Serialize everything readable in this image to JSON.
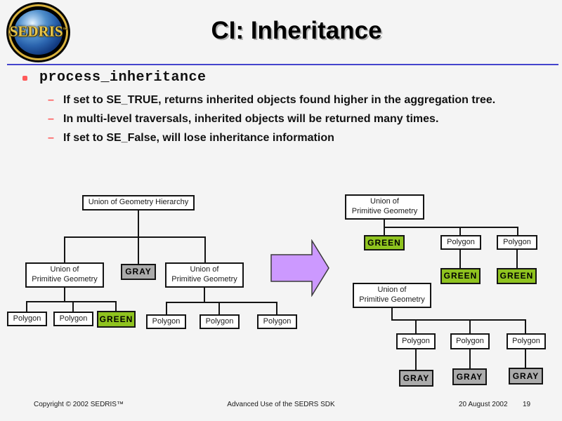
{
  "slide": {
    "title": "CI: Inheritance",
    "logo": {
      "text": "SEDRIS",
      "tm": "™"
    }
  },
  "bullets": {
    "main": "process_inheritance",
    "sub": [
      "If set to SE_TRUE, returns inherited objects found higher in the aggregation tree.",
      "In multi-level traversals, inherited objects will be returned many times.",
      "If set to SE_False, will lose inheritance information"
    ]
  },
  "diagram": {
    "left_tree": {
      "root": "Union of Geometry Hierarchy",
      "children": [
        "Union of\nPrimitive Geometry",
        "GRAY",
        "Union of\nPrimitive Geometry"
      ],
      "left_leaves": [
        "Polygon",
        "Polygon",
        "GREEN"
      ],
      "right_leaves": [
        "Polygon",
        "Polygon",
        "Polygon"
      ]
    },
    "right_tree": {
      "root": "Union of\nPrimitive Geometry",
      "children": [
        "GREEN",
        "Polygon",
        "Polygon"
      ],
      "grandchildren": [
        "GREEN",
        "GREEN"
      ],
      "sub_root": "Union of\nPrimitive Geometry",
      "sub_children": [
        "Polygon",
        "Polygon",
        "Polygon"
      ],
      "sub_leaves": [
        "GRAY",
        "GRAY",
        "GRAY"
      ]
    }
  },
  "colors": {
    "green_box": "#8FC31F",
    "gray_box": "#ABABAB",
    "arrow_fill": "#CC99FF",
    "arrow_stroke": "#3a3a3a",
    "accent_line": "#4444CC",
    "bullet_red": "#FF5A5A"
  },
  "footer": {
    "copyright": "Copyright © 2002 SEDRIS™",
    "center_text": "Advanced Use of the SEDRS SDK",
    "date": "20 August 2002",
    "page_number": "19"
  }
}
